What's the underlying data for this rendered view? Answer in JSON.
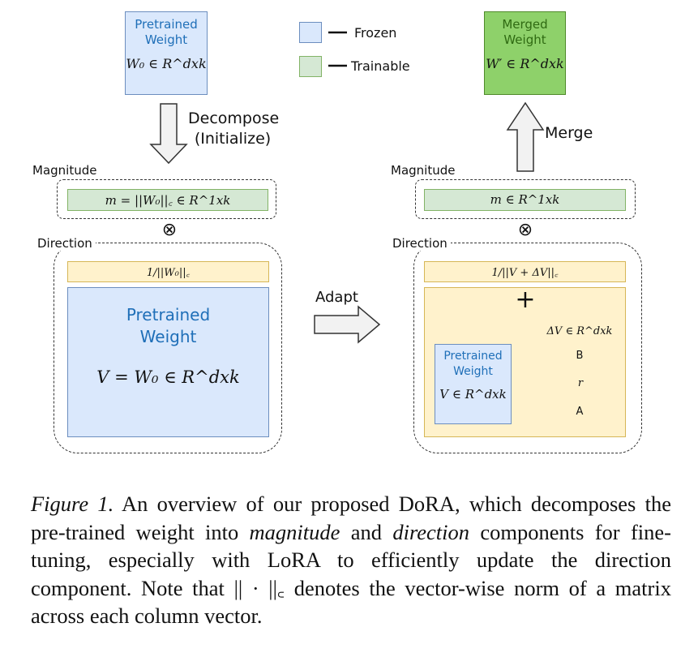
{
  "legend": {
    "frozen_label": "Frozen",
    "trainable_label": "Trainable",
    "frozen_color": "#dae8fc",
    "trainable_color": "#d5e8d4"
  },
  "left": {
    "pretrained_box": {
      "title_line1": "Pretrained",
      "title_line2": "Weight",
      "formula": "W₀ ∈ R^dxk"
    },
    "decompose_label_line1": "Decompose",
    "decompose_label_line2": "(Initialize)",
    "magnitude_label": "Magnitude",
    "magnitude_formula": "m = ||W₀||꜀ ∈ R^1xk",
    "direction_label": "Direction",
    "norm_formula": "1/||W₀||꜀",
    "big_weight": {
      "title_line1": "Pretrained",
      "title_line2": "Weight",
      "formula": "V = W₀ ∈ R^dxk"
    }
  },
  "adapt_label": "Adapt",
  "right": {
    "merged_box": {
      "title_line1": "Merged",
      "title_line2": "Weight",
      "formula": "W′ ∈ R^dxk"
    },
    "merge_label": "Merge",
    "magnitude_label": "Magnitude",
    "magnitude_formula": "m ∈ R^1xk",
    "direction_label": "Direction",
    "norm_formula": "1/||V + ΔV||꜀",
    "plus_symbol": "+",
    "delta_formula": "ΔV ∈ R^dxk",
    "b_label": "B",
    "a_label": "A",
    "r_label": "r",
    "small_weight": {
      "title_line1": "Pretrained",
      "title_line2": "Weight",
      "formula": "V ∈ R^dxk"
    }
  },
  "multiply_symbol": "⊗",
  "caption": {
    "figure_label": "Figure 1.",
    "text_1": " An overview of our proposed DoRA, which decomposes the pre-trained weight into ",
    "magnitude_word": "magnitude",
    "text_2": " and ",
    "direction_word": "direction",
    "text_3": " components for fine-tuning, especially with LoRA to efficiently update the direction component. Note that || · ||꜀ denotes the vector-wise norm of a matrix across each column vector."
  }
}
